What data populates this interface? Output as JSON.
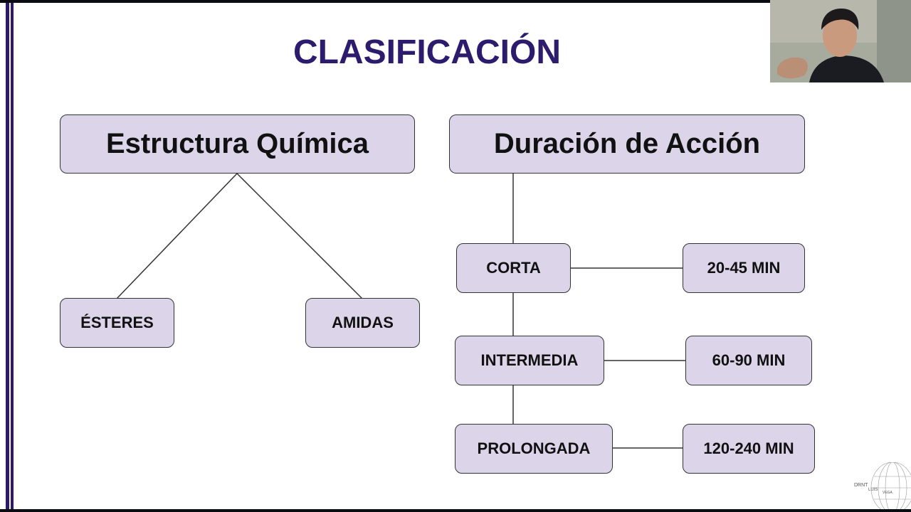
{
  "slide": {
    "title": "CLASIFICACIÓN",
    "left_branch": {
      "heading": "Estructura Química",
      "children": [
        "ÉSTERES",
        "AMIDAS"
      ]
    },
    "right_branch": {
      "heading": "Duración de Acción",
      "levels": [
        {
          "label": "CORTA",
          "duration": "20-45 MIN"
        },
        {
          "label": "INTERMEDIA",
          "duration": "60-90 MIN"
        },
        {
          "label": "PROLONGADA",
          "duration": "120-240 MIN"
        }
      ]
    }
  },
  "watermark": {
    "line1": "DRNT",
    "line2": "LUIS",
    "line3": "VEGA"
  },
  "colors": {
    "title": "#2d1b6e",
    "box_fill": "#dcd5ea",
    "box_border": "#333333",
    "accent_bar": "#2e1a6b"
  }
}
